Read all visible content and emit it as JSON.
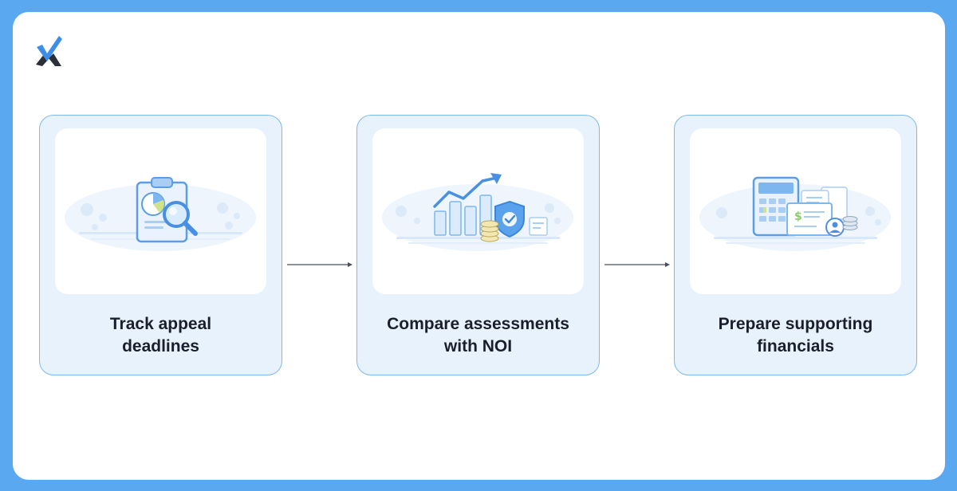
{
  "brand": {
    "logo_icon": "x-check-logo-icon"
  },
  "colors": {
    "frame": "#5aa8f0",
    "card_bg": "#e8f2fc",
    "card_border": "#7fb8ec",
    "accent": "#3d8ee8",
    "text": "#1a1f2b"
  },
  "steps": [
    {
      "label": "Track appeal deadlines",
      "icon": "clipboard-chart-magnifier-icon"
    },
    {
      "label": "Compare assessments with NOI",
      "icon": "growth-chart-shield-coins-icon"
    },
    {
      "label": "Prepare supporting financials",
      "icon": "calculator-documents-coins-icon"
    }
  ],
  "connectors": [
    {
      "from": "Track appeal deadlines",
      "to": "Compare assessments with NOI"
    },
    {
      "from": "Compare assessments with NOI",
      "to": "Prepare supporting financials"
    }
  ]
}
